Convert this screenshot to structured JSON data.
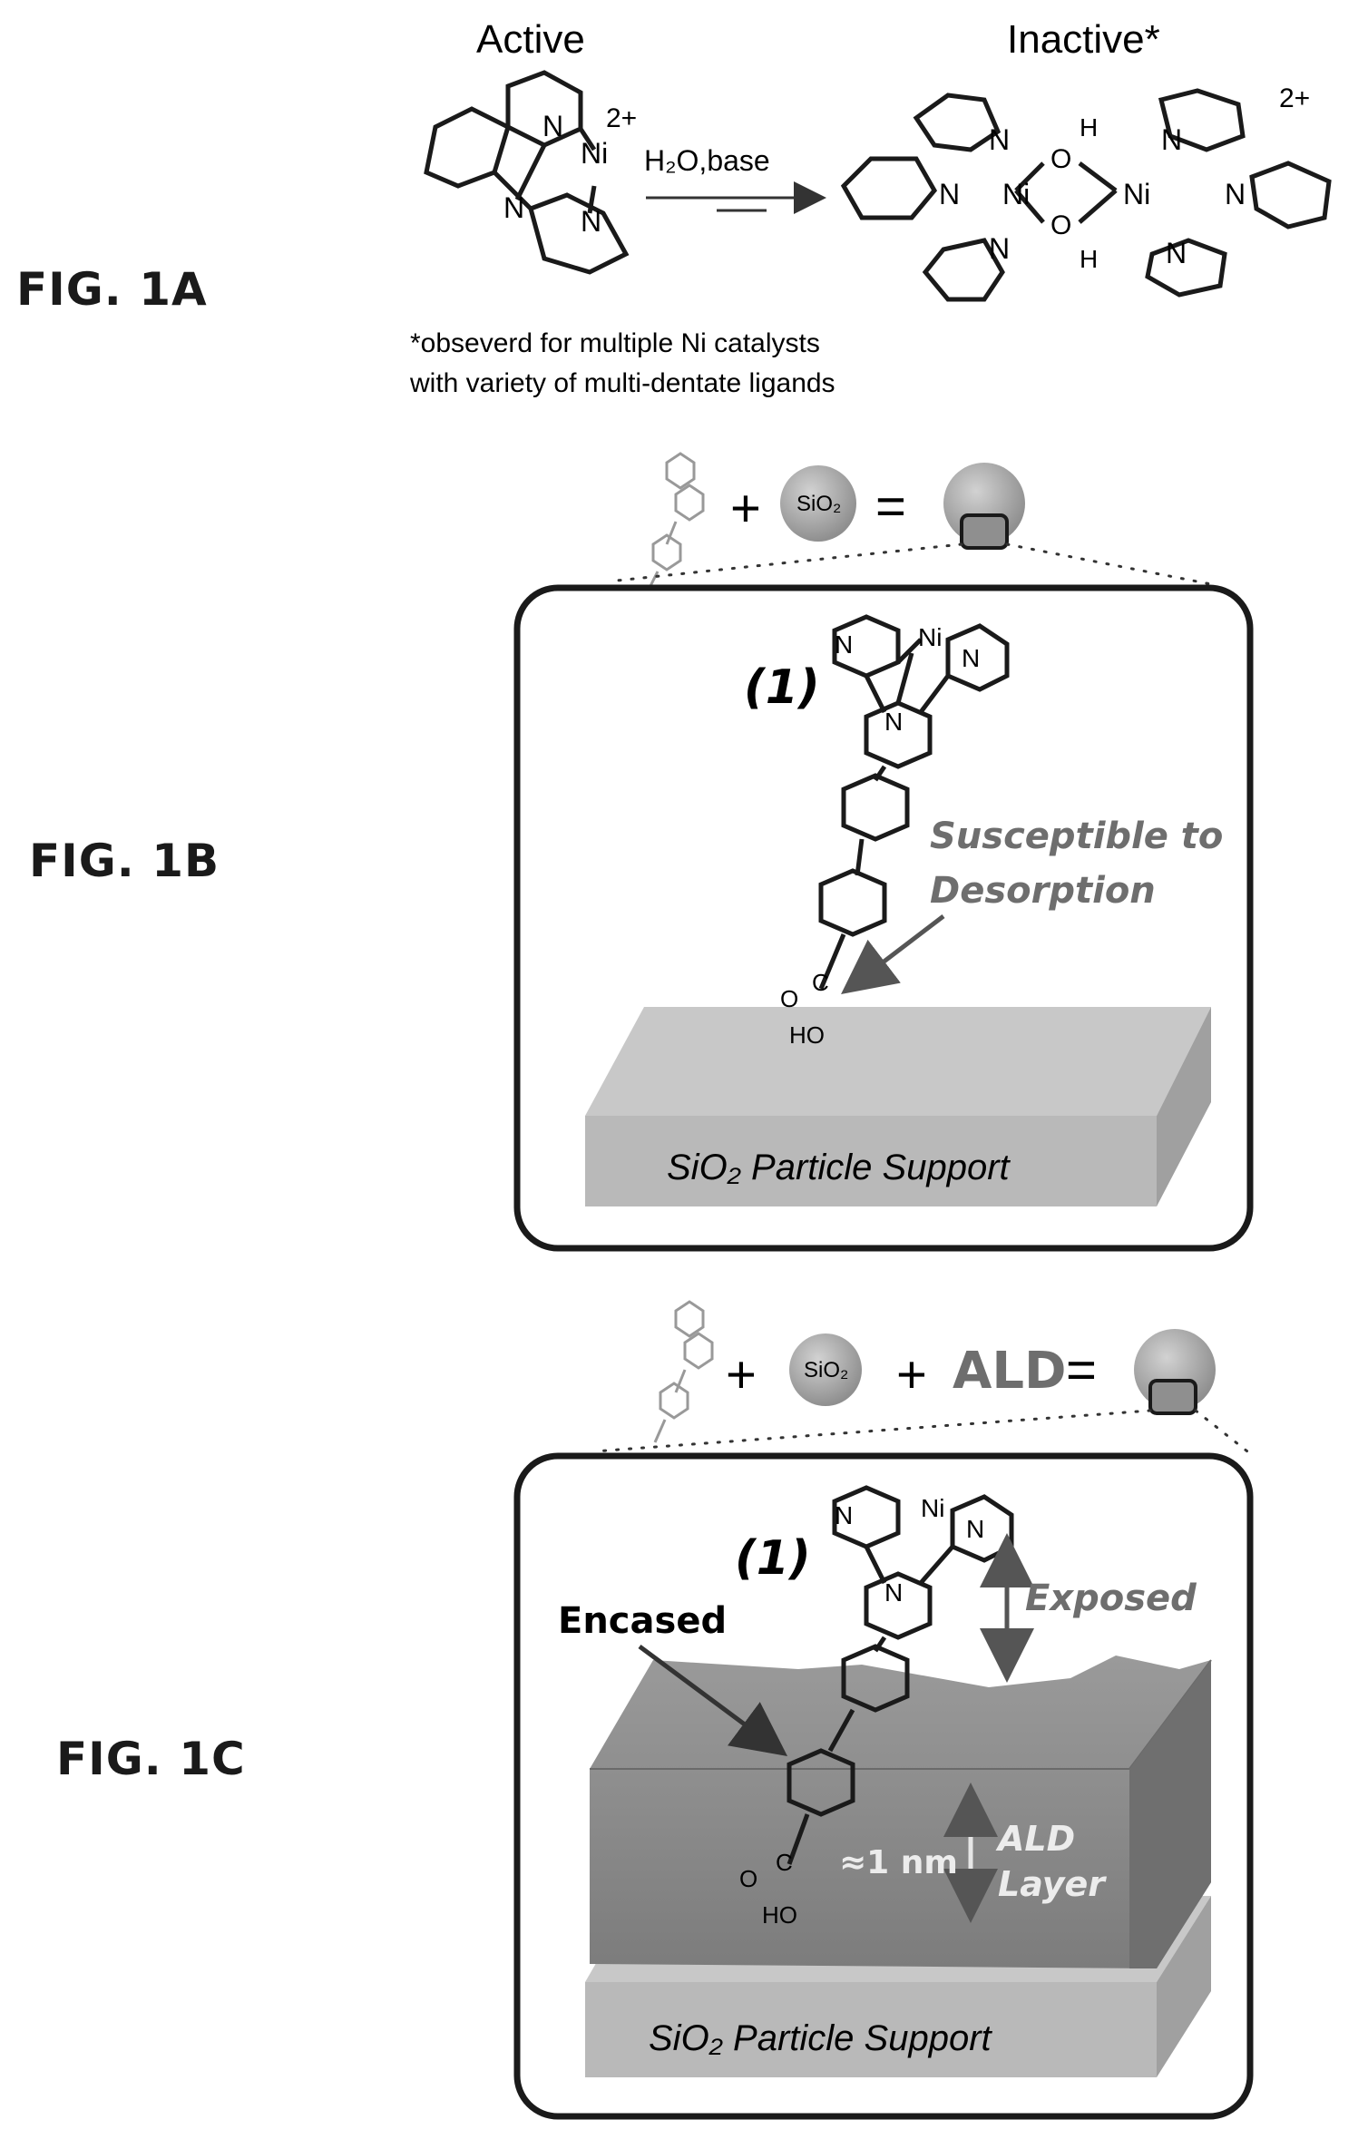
{
  "figures": {
    "fig1a": {
      "label": "FIG. 1A",
      "active_label": "Active",
      "inactive_label": "Inactive*",
      "charge": "2+",
      "arrow_label": "H₂O,base",
      "ni": "Ni",
      "n": "N",
      "o": "O",
      "h": "H",
      "footnote_line1": "*obseverd for multiple Ni catalysts",
      "footnote_line2": "with variety of multi-dentate ligands"
    },
    "fig1b": {
      "label": "FIG. 1B",
      "sio2": "SiO₂",
      "plus": "+",
      "equals": "=",
      "compound_label": "(1)",
      "annotation_line1": "Susceptible to",
      "annotation_line2": "Desorption",
      "support_label": "SiO₂ Particle Support",
      "o": "O",
      "c": "C",
      "ho": "HO"
    },
    "fig1c": {
      "label": "FIG. 1C",
      "sio2": "SiO₂",
      "plus": "+",
      "ald": "ALD",
      "equals": "=",
      "compound_label": "(1)",
      "encased": "Encased",
      "exposed": "Exposed",
      "thickness": "≈1 nm",
      "ald_layer_line1": "ALD",
      "ald_layer_line2": "Layer",
      "support_label": "SiO₂ Particle Support",
      "o": "O",
      "c": "C",
      "ho": "HO"
    }
  },
  "colors": {
    "ink": "#1a1a1a",
    "support_gray": "#bdbdbd",
    "ald_gray": "#8a8a8a",
    "annotation_gray": "#6e6e6e",
    "particle_gray": "#a8a8a8"
  }
}
